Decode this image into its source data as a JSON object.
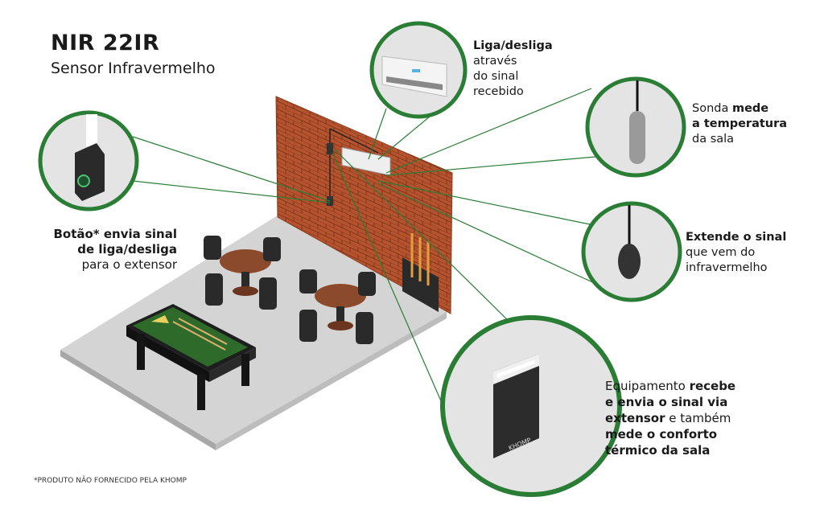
{
  "header": {
    "title": "NIR 22IR",
    "subtitle": "Sensor Infravermelho"
  },
  "callouts": {
    "ac": {
      "lines": [
        {
          "bold": "Liga/desliga"
        },
        {
          "normal": "através"
        },
        {
          "normal": "do sinal"
        },
        {
          "normal": "recebido"
        }
      ]
    },
    "probe": {
      "l1": "Sonda ",
      "l1b": "mede",
      "l2b": "a temperatura",
      "l3": "da sala"
    },
    "extender": {
      "l1b": "Extende o sinal",
      "l2": "que vem do",
      "l3": "infravermelho"
    },
    "device": {
      "l1": "Equipamento ",
      "l1b": "recebe",
      "l2b": "e envia o sinal via",
      "l3b": "extensor",
      "l3": " e também",
      "l4b": "mede o conforto",
      "l5b": "térmico da sala",
      "logo": "KHOMP"
    },
    "button": {
      "l1b": "Botão* envia sinal",
      "l2b": "de liga/desliga",
      "l3": "para o extensor"
    }
  },
  "footnote": "*PRODUTO NÃO FORNECIDO PELA KHOMP",
  "colors": {
    "accent": "#2a7d34",
    "brick": "#b5532f",
    "floor": "#d4d4d4"
  }
}
